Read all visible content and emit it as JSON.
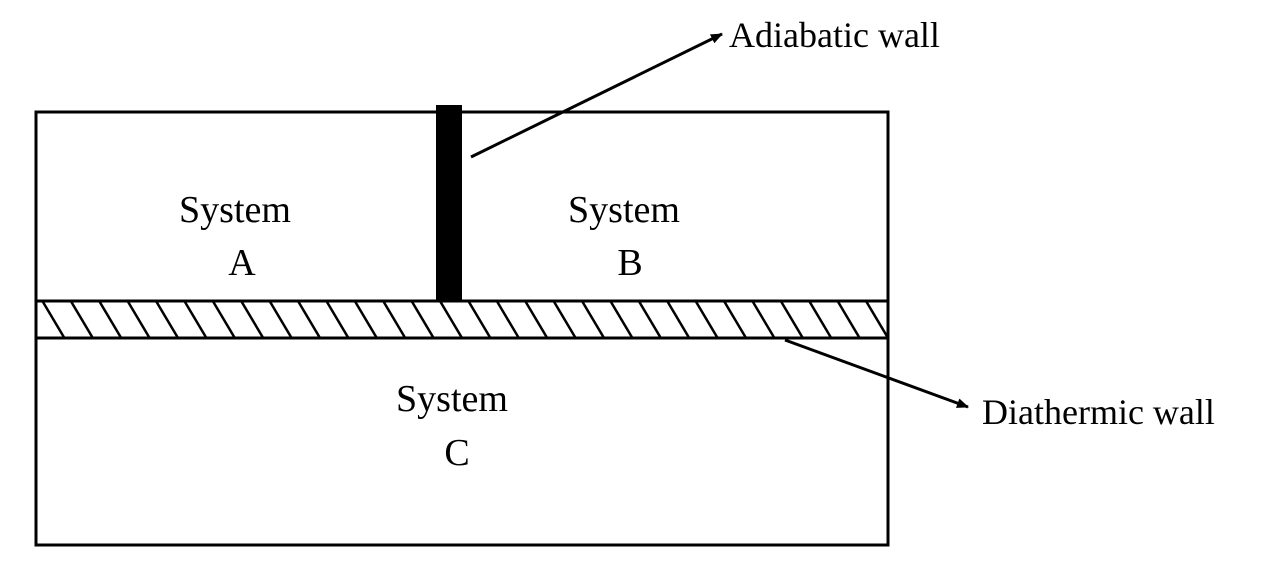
{
  "systems": {
    "a": {
      "line1": "System",
      "line2": "A"
    },
    "b": {
      "line1": "System",
      "line2": "B"
    },
    "c": {
      "line1": "System",
      "line2": "C"
    }
  },
  "labels": {
    "adiabatic_wall": "Adiabatic wall",
    "diathermic_wall": "Diathermic wall"
  },
  "colors": {
    "stroke": "#000000",
    "background": "#ffffff"
  }
}
